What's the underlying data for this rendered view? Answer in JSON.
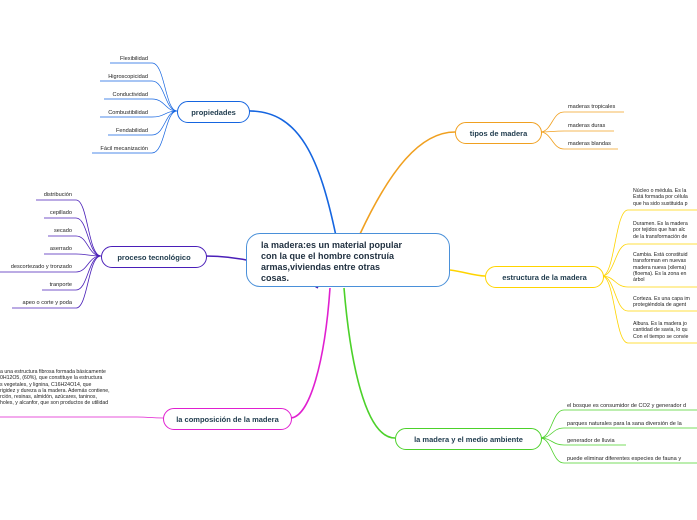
{
  "central": {
    "line1": "la madera:es un material popular",
    "line2": "con la que el hombre construía",
    "line3": "armas,viviendas entre otras",
    "line4": "cosas."
  },
  "branches": {
    "propiedades": {
      "label": "propiedades",
      "color": "#1565e0",
      "items": [
        "Flexibilidad",
        "Higroscopicidad",
        "Conductividad",
        "Combustibilidad",
        "Fendabilidad",
        "Fácil mecanización"
      ]
    },
    "proceso": {
      "label": "proceso tecnológico",
      "color": "#4a1fb8",
      "items": [
        "distribución",
        "cepillado",
        "secado",
        "aserrado",
        "descortezado y tronzado",
        "tranporte",
        "apeo o corte y poda"
      ]
    },
    "composicion": {
      "label": "la composición de la madera",
      "color": "#e01fd0",
      "text": [
        "a una estructura fibrosa formada básicamente",
        "0H12O5, (60%), que constituye la estructura",
        "s vegetales, y lignina, C16H24O14, que",
        "rigidez y dureza a la madera. Además contiene,",
        "rción, resinas, almidón, azúcares, taninos,",
        "holes, y alcanfor, que son productos de utilidad"
      ]
    },
    "tipos": {
      "label": "tipos de madera",
      "color": "#f0a020",
      "items": [
        "maderas tropicales",
        "maderas duras",
        "maderas blandas"
      ]
    },
    "estructura": {
      "label": "estructura de la madera",
      "color": "#ffd400",
      "paras": [
        [
          "Núcleo o médula. Es la",
          "Está formada por célula",
          "que ha sido sustituida p"
        ],
        [
          "Duramen. Es la madera",
          "por tejidos que han alc",
          "de la transformación de"
        ],
        [
          "Cambia. Está constituid",
          "transforman en nuevas",
          "madera nueva (xilema)",
          "(floema). Es la zona en",
          "árbol"
        ],
        [
          "Corteza. Es una capa im",
          "protegiéndola de agent"
        ],
        [
          "Albura. Es la madera jo",
          "cantidad de savia, lo qu",
          "Con el tiempo se convie"
        ]
      ]
    },
    "ambiente": {
      "label": "la madera y el medio ambiente",
      "color": "#4cd12a",
      "items": [
        "el bosque es consumidor de CO2 y generador d",
        "parques naturales para la sana diversión de la",
        "generador de lluvia",
        "puede eliminar diferentes especies de fauna y"
      ]
    }
  }
}
